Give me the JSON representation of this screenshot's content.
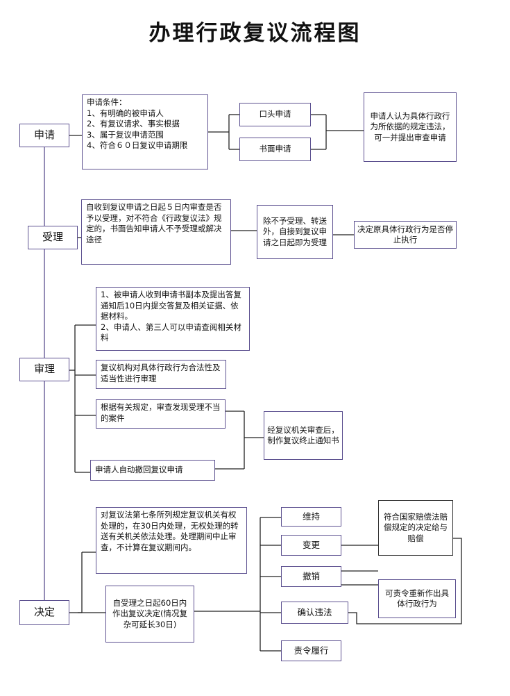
{
  "title": "办理行政复议流程图",
  "stages": {
    "apply": "申请",
    "accept": "受理",
    "review": "审理",
    "decide": "决定"
  },
  "apply": {
    "conditions": "申请条件：\n1、有明确的被申请人\n2、有复议请求、事实根据\n3、属于复议申请范围\n4、符合６０日复议申请期限",
    "oral": "口头申请",
    "written": "书面申请",
    "review_request": "申请人认为具体行政行为所依据的规定违法，可一并提出审查申请"
  },
  "accept": {
    "within5": "自收到复议申请之日起５日内审查是否予以受理，对不符合《行政复议法》规定的，书面告知申请人不予受理或解决途径",
    "except": "除不予受理、转送外，自接到复议申请之日起即为受理",
    "suspend": "决定原具体行政行为是否停止执行"
  },
  "review": {
    "copy": "1、被申请人收到申请书副本及提出答复通知后10日内提交答复及相关证据、依据材料。\n2、申请人、第三人可以申请查阅相关材料",
    "legality": "复议机构对具体行政行为合法性及适当性进行审理",
    "improper": "根据有关规定，审查发现受理不当的案件",
    "withdraw": "申请人自动撤回复议申请",
    "terminate": "经复议机关审查后，制作复议终止通知书"
  },
  "decide": {
    "article7": "对复议法第七条所列规定复议机关有权处理的，在30日内处理，无权处理的转送有关机关依法处理。处理期间中止审查，不计算在复议期间内。",
    "within60": "自受理之日起60日内作出复议决定(情况复杂可延长30日)",
    "uphold": "维持",
    "change": "变更",
    "revoke": "撤销",
    "confirm_illegal": "确认违法",
    "order_perform": "责令履行",
    "compensation": "符合国家赔偿法赔偿规定的决定给与赔偿",
    "order_redo": "可责令重新作出具体行政行为"
  }
}
